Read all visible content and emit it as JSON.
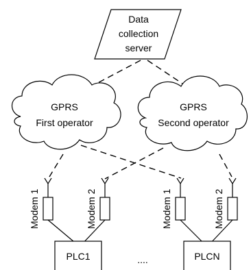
{
  "server": {
    "line1": "Data",
    "line2": "collection",
    "line3": "server"
  },
  "clouds": {
    "first": {
      "line1": "GPRS",
      "line2": "First operator"
    },
    "second": {
      "line1": "GPRS",
      "line2": "Second operator"
    }
  },
  "modems": [
    {
      "label": "Modem 1"
    },
    {
      "label": "Modem 2"
    },
    {
      "label": "Modem 1"
    },
    {
      "label": "Modem 2"
    }
  ],
  "plcs": [
    {
      "label": "PLC1"
    },
    {
      "label": "PLCN"
    }
  ],
  "ellipsis": "...."
}
